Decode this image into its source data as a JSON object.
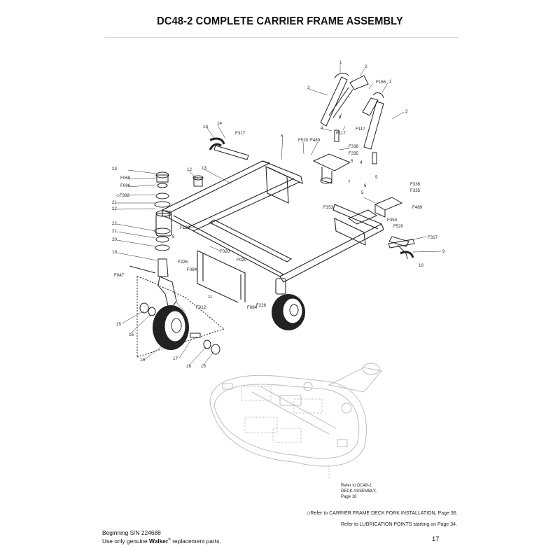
{
  "page": {
    "title": "DC48-2 COMPLETE CARRIER FRAME ASSEMBLY",
    "page_number": "17"
  },
  "reference": {
    "deck_line1": "Refer to DC48-2",
    "deck_line2": "DECK ASSEMBLY,",
    "deck_line3": "Page 18"
  },
  "notes": {
    "deck_fork": "◇Refer to CARRIER FRAME DECK FORK INSTALLATION, Page 36.",
    "lubrication": "Refer to LUBRICATION POINTS starting on Page 34."
  },
  "footer": {
    "serial": "Beginning S/N 224688",
    "prefix": "Use only genuine ",
    "brand": "Walker",
    "reg": "®",
    "suffix": " replacement parts."
  },
  "callouts": [
    {
      "id": "c1a",
      "label": "1"
    },
    {
      "id": "c2",
      "label": "2"
    },
    {
      "id": "cF166",
      "label": "F166"
    },
    {
      "id": "c1b",
      "label": "1"
    },
    {
      "id": "c3a",
      "label": "3"
    },
    {
      "id": "c3b",
      "label": "3"
    },
    {
      "id": "c8",
      "label": "8"
    },
    {
      "id": "c4a",
      "label": "4"
    },
    {
      "id": "cF117a",
      "label": "F117"
    },
    {
      "id": "cF117b",
      "label": "F117"
    },
    {
      "id": "c14",
      "label": "14"
    },
    {
      "id": "c10a",
      "label": "10"
    },
    {
      "id": "cF317a",
      "label": "F317"
    },
    {
      "id": "c5a",
      "label": "5"
    },
    {
      "id": "cF520a",
      "label": "F520"
    },
    {
      "id": "cF489a",
      "label": "F489"
    },
    {
      "id": "cF336a",
      "label": "F336"
    },
    {
      "id": "cF335a",
      "label": "F335"
    },
    {
      "id": "c5b",
      "label": "5"
    },
    {
      "id": "c4b",
      "label": "4"
    },
    {
      "id": "c23",
      "label": "23"
    },
    {
      "id": "cF068",
      "label": "F068"
    },
    {
      "id": "cF096",
      "label": "F096"
    },
    {
      "id": "cF382",
      "label": "◇F382"
    },
    {
      "id": "c21a",
      "label": "21"
    },
    {
      "id": "c22a",
      "label": "22"
    },
    {
      "id": "c12",
      "label": "12"
    },
    {
      "id": "c13",
      "label": "13"
    },
    {
      "id": "c7",
      "label": "7"
    },
    {
      "id": "c5c",
      "label": "5"
    },
    {
      "id": "cF336b",
      "label": "F336"
    },
    {
      "id": "cF335b",
      "label": "F335"
    },
    {
      "id": "c6",
      "label": "6"
    },
    {
      "id": "cF353a",
      "label": "F353"
    },
    {
      "id": "c5d",
      "label": "5"
    },
    {
      "id": "cF489b",
      "label": "F489"
    },
    {
      "id": "cF353b",
      "label": "F353"
    },
    {
      "id": "cF520b",
      "label": "F520"
    },
    {
      "id": "c22b",
      "label": "22"
    },
    {
      "id": "cF123",
      "label": "F123"
    },
    {
      "id": "c21b",
      "label": "21"
    },
    {
      "id": "c5e",
      "label": "5"
    },
    {
      "id": "c20",
      "label": "20"
    },
    {
      "id": "c19",
      "label": "19"
    },
    {
      "id": "cF020a",
      "label": "F020"
    },
    {
      "id": "cF226a",
      "label": "F226"
    },
    {
      "id": "cF084a",
      "label": "F084"
    },
    {
      "id": "cF020b",
      "label": "F020"
    },
    {
      "id": "cF317b",
      "label": "F317"
    },
    {
      "id": "c9",
      "label": "9"
    },
    {
      "id": "c10b",
      "label": "10"
    },
    {
      "id": "cF047",
      "label": "F047"
    },
    {
      "id": "c11",
      "label": "11"
    },
    {
      "id": "cF084b",
      "label": "F084"
    },
    {
      "id": "cF226b",
      "label": "F226"
    },
    {
      "id": "cF012",
      "label": "F012"
    },
    {
      "id": "c15a",
      "label": "15"
    },
    {
      "id": "c16a",
      "label": "16"
    },
    {
      "id": "c18",
      "label": "18"
    },
    {
      "id": "c17",
      "label": "17"
    },
    {
      "id": "c16b",
      "label": "16"
    },
    {
      "id": "c15b",
      "label": "15"
    }
  ],
  "colors": {
    "line": "#222222",
    "ghost": "#bdbdbd",
    "tire": "#222222",
    "rule": "#d8d8d8"
  }
}
